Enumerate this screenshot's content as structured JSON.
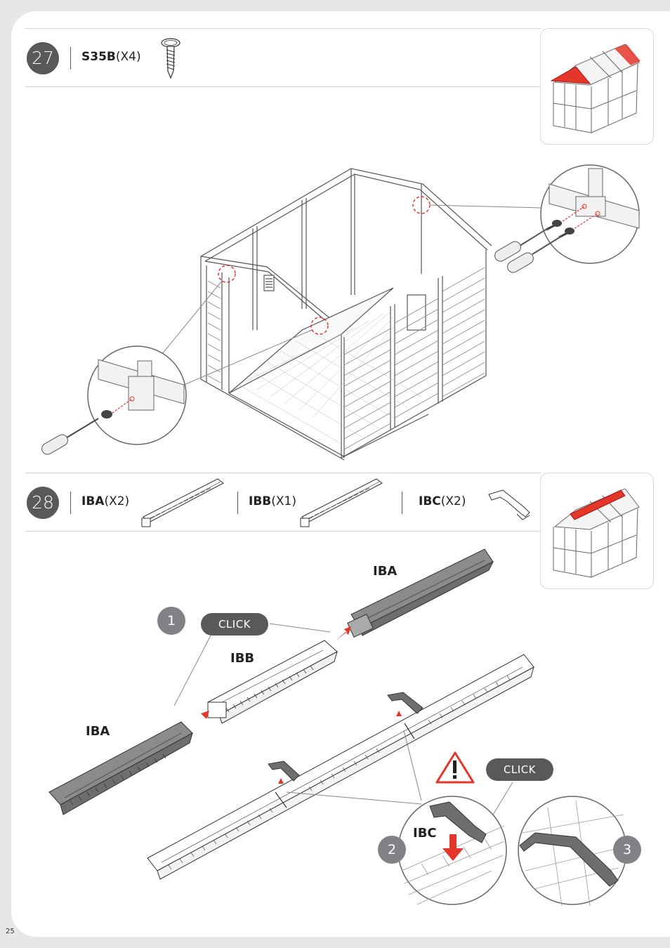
{
  "page_number": "25",
  "steps": [
    {
      "number": "27",
      "parts": [
        {
          "code": "S35B",
          "qty": "(X4)",
          "icon": "screw-icon"
        }
      ]
    },
    {
      "number": "28",
      "parts": [
        {
          "code": "IBA",
          "qty": "(X2)",
          "icon": "ridge-beam-icon"
        },
        {
          "code": "IBB",
          "qty": "(X1)",
          "icon": "ridge-beam-icon"
        },
        {
          "code": "IBC",
          "qty": "(X2)",
          "icon": "ridge-clip-icon"
        }
      ],
      "callouts": {
        "click_1": "CLICK",
        "click_2": "CLICK",
        "label_iba_top": "IBA",
        "label_ibb": "IBB",
        "label_iba_left": "IBA",
        "label_ibc": "IBC",
        "badge_1": "1",
        "badge_2": "2",
        "badge_3": "3"
      }
    }
  ],
  "colors": {
    "accent_red": "#e5362c",
    "dark_grey": "#58595b",
    "badge_grey": "#808285"
  }
}
